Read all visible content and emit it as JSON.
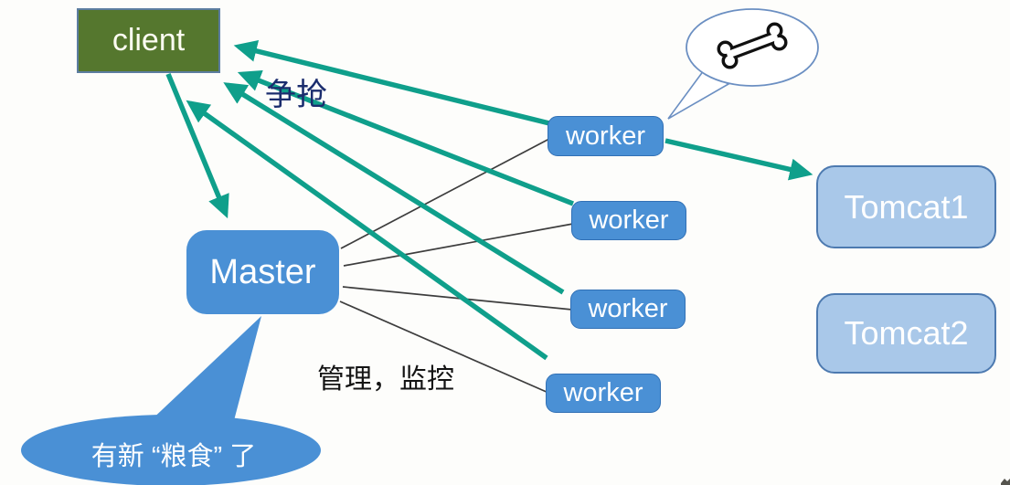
{
  "nodes": {
    "client": {
      "label": "client"
    },
    "master": {
      "label": "Master"
    },
    "workers": [
      {
        "label": "worker"
      },
      {
        "label": "worker"
      },
      {
        "label": "worker"
      },
      {
        "label": "worker"
      }
    ],
    "tomcat1": {
      "label": "Tomcat1"
    },
    "tomcat2": {
      "label": "Tomcat2"
    }
  },
  "annotations": {
    "scramble_label": "争抢",
    "manage_label": "管理，监控",
    "food_bubble_label": "有新 “粮食” 了"
  },
  "icons": {
    "bone": "bone-icon"
  },
  "colors": {
    "arrow_teal": "#0f9f8b",
    "line_black": "#3d3d3d",
    "node_blue": "#4a90d5",
    "client_green": "#55772e",
    "tomcat_fill": "#a9c8e9",
    "tomcat_border": "#4d7ab0",
    "scramble_text_navy": "#1b2d6e",
    "bubble_blue": "#4a90d5"
  }
}
